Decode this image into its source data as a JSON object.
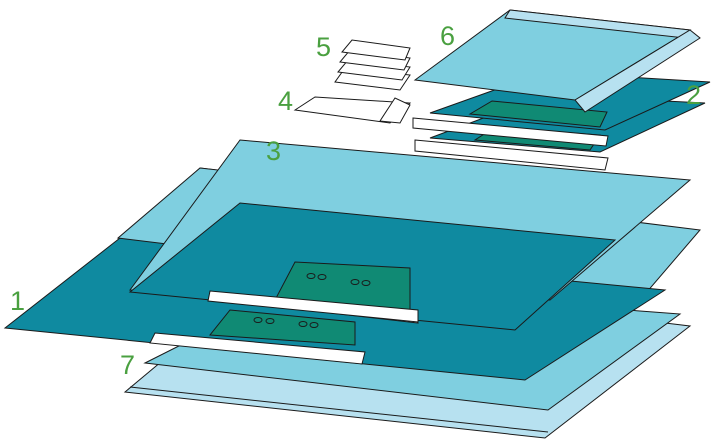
{
  "colors": {
    "light_blue": "#b7e1f0",
    "mid_blue": "#7fcfe0",
    "dark_teal": "#0f8aa0",
    "green_panel": "#108a74",
    "white": "#ffffff",
    "outline": "#1a1a1a",
    "label_green": "#4aa040"
  },
  "labels": {
    "l1": "1",
    "l2": "2",
    "l3": "3",
    "l4": "4",
    "l5": "5",
    "l6": "6",
    "l7": "7"
  }
}
